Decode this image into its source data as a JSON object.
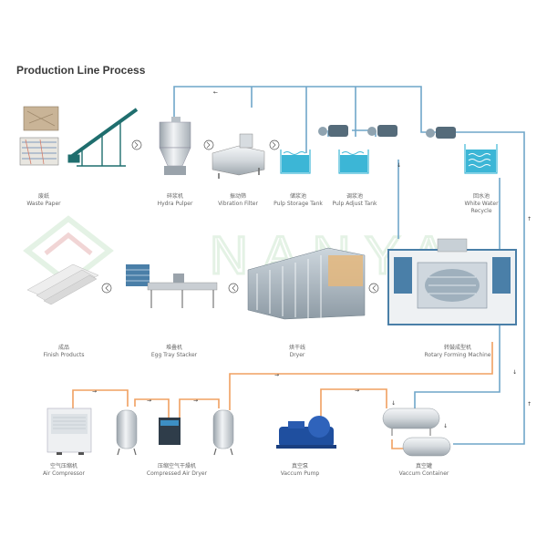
{
  "title": "Production Line Process",
  "watermark": "NANYA",
  "colors": {
    "water_pipe": "#6fa6c9",
    "air_pipe": "#f0a060",
    "tank_water": "#3cb6d6",
    "frame_blue": "#4a7fa8",
    "watermark": "#cfe8d0",
    "arrow": "#555555"
  },
  "nodes": {
    "waste_paper": {
      "cn": "废纸",
      "en": "Waste Paper"
    },
    "hydra_pulper": {
      "cn": "碎浆机",
      "en": "Hydra Pulper"
    },
    "vibration_filter": {
      "cn": "振动筛",
      "en": "Vibration Filter"
    },
    "pulp_storage_tank": {
      "cn": "储浆池",
      "en": "Pulp Storage Tank"
    },
    "pulp_adjust_tank": {
      "cn": "调浆池",
      "en": "Pulp Adjust Tank"
    },
    "white_water": {
      "cn": "回水池",
      "en": "White Water",
      "en2": "Recycle"
    },
    "finish_products": {
      "cn": "成品",
      "en": "Finish Products"
    },
    "egg_tray_stacker": {
      "cn": "堆叠机",
      "en": "Egg Tray Stacker"
    },
    "dryer": {
      "cn": "烘干线",
      "en": "Dryer"
    },
    "rotary_forming": {
      "cn": "转鼓成型机",
      "en": "Rotary Forming Machine"
    },
    "air_compressor": {
      "cn": "空气压缩机",
      "en": "Air Compressor"
    },
    "compressed_air_dryer": {
      "cn": "压缩空气干燥机",
      "en": "Compressed Air Dryer"
    },
    "vaccum_pump": {
      "cn": "真空泵",
      "en": "Vaccum Pump"
    },
    "vaccum_container": {
      "cn": "真空罐",
      "en": "Vaccum Container"
    }
  }
}
